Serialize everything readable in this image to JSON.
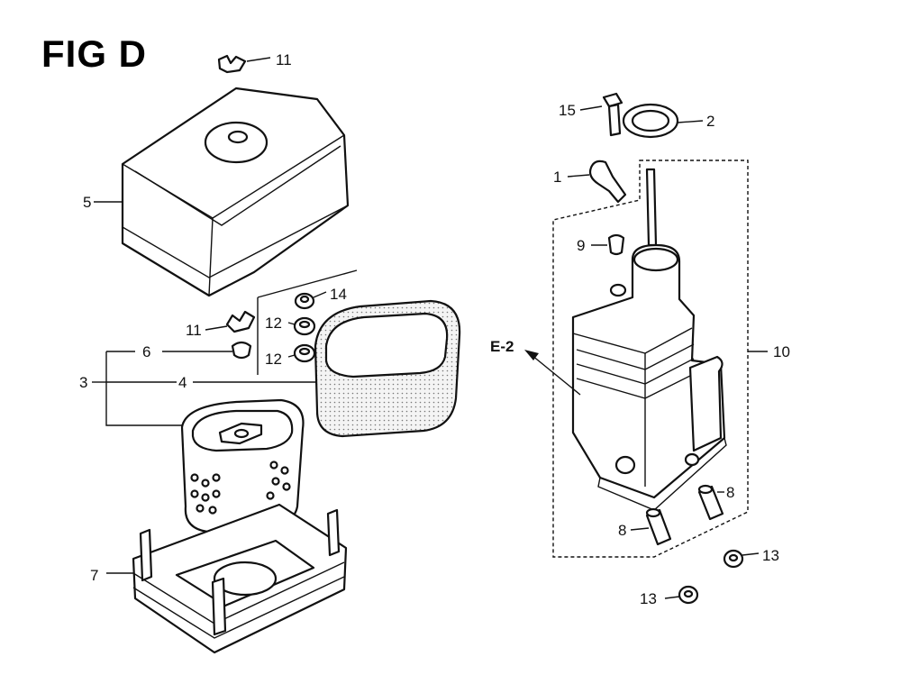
{
  "figure": {
    "title": "FIG D",
    "reference": "E-2"
  },
  "callouts": [
    {
      "id": "c11a",
      "label": "11"
    },
    {
      "id": "c5",
      "label": "5"
    },
    {
      "id": "c11b",
      "label": "11"
    },
    {
      "id": "c6",
      "label": "6"
    },
    {
      "id": "c3",
      "label": "3"
    },
    {
      "id": "c4",
      "label": "4"
    },
    {
      "id": "c14",
      "label": "14"
    },
    {
      "id": "c12a",
      "label": "12"
    },
    {
      "id": "c12b",
      "label": "12"
    },
    {
      "id": "c7",
      "label": "7"
    },
    {
      "id": "c15",
      "label": "15"
    },
    {
      "id": "c2",
      "label": "2"
    },
    {
      "id": "c1",
      "label": "1"
    },
    {
      "id": "c9",
      "label": "9"
    },
    {
      "id": "c10",
      "label": "10"
    },
    {
      "id": "c8a",
      "label": "8"
    },
    {
      "id": "c8b",
      "label": "8"
    },
    {
      "id": "c13a",
      "label": "13"
    },
    {
      "id": "c13b",
      "label": "13"
    }
  ]
}
